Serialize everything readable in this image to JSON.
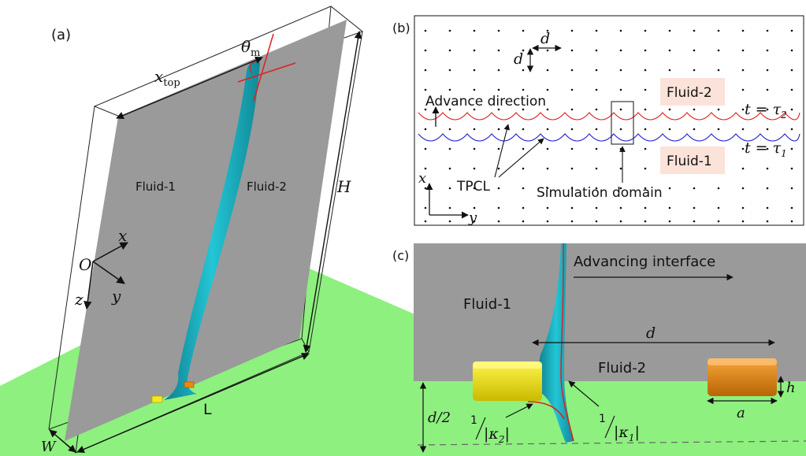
{
  "panel_a": {
    "label": "(a)",
    "fluid_left": "Fluid-1",
    "fluid_right": "Fluid-2",
    "theta": "θ",
    "theta_sub": "m",
    "xtop": "x",
    "xtop_sub": "top",
    "H": "H",
    "L": "L",
    "W": "W",
    "O": "O",
    "x": "x",
    "y": "y",
    "z": "z"
  },
  "panel_b": {
    "label": "(b)",
    "d_top": "d",
    "d_side": "d",
    "advance": "Advance direction",
    "fluid2": "Fluid-2",
    "fluid1": "Fluid-1",
    "t2": "t = τ",
    "t2_sub": "2",
    "t1": "t = τ",
    "t1_sub": "1",
    "tpcl": "TPCL",
    "sim": "Simulation domain",
    "x": "x",
    "y": "y"
  },
  "panel_c": {
    "label": "(c)",
    "advancing": "Advancing interface",
    "fluid1": "Fluid-1",
    "fluid2": "Fluid-2",
    "d": "d",
    "d_half": "d/2",
    "h": "h",
    "a": "a",
    "kappa2_num": "1",
    "kappa2_den": "|κ",
    "kappa2_sub": "2",
    "kappa1_num": "1",
    "kappa1_den": "|κ",
    "kappa1_sub": "1"
  },
  "colors": {
    "plate": "#9a9a9a",
    "floor": "#8ef07f",
    "interface": "#1fb3c3",
    "red": "#e02020",
    "blue": "#2222cc",
    "yellow": "#f5e81d",
    "orange": "#e98a0e"
  }
}
